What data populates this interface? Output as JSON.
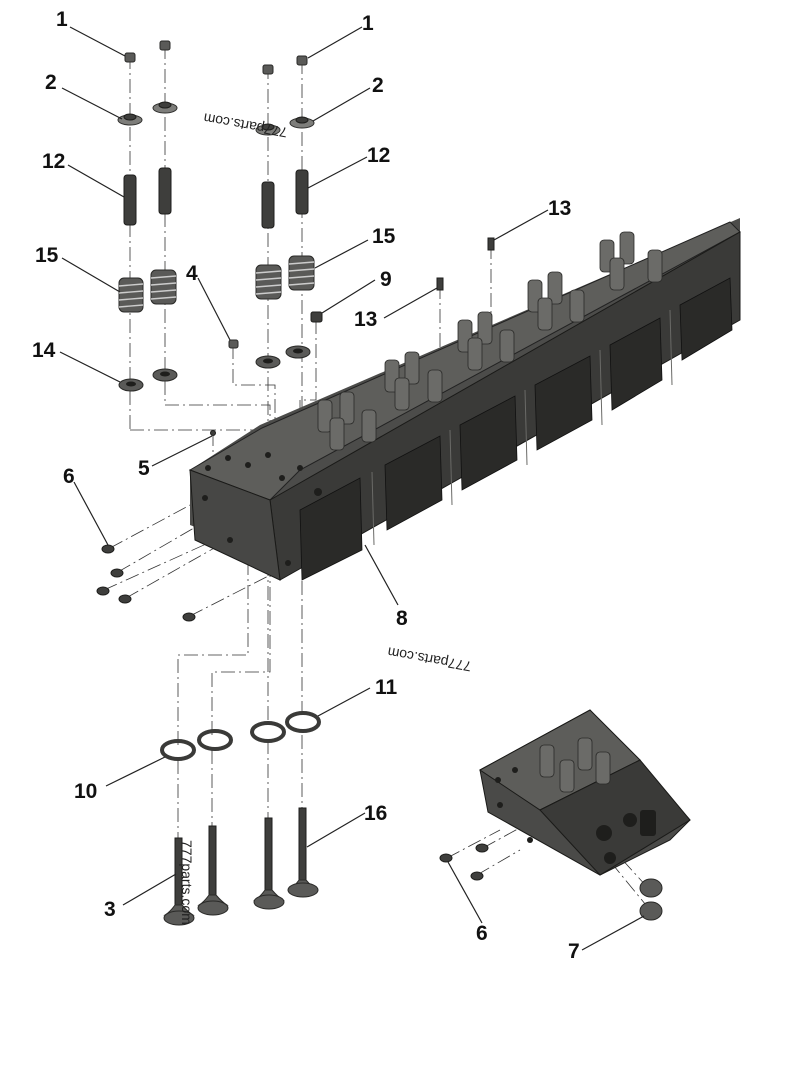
{
  "callouts": {
    "c1a": "1",
    "c1b": "1",
    "c2a": "2",
    "c2b": "2",
    "c3": "3",
    "c4": "4",
    "c5": "5",
    "c6a": "6",
    "c6b": "6",
    "c7": "7",
    "c8": "8",
    "c9": "9",
    "c10": "10",
    "c11": "11",
    "c12a": "12",
    "c12b": "12",
    "c13a": "13",
    "c13b": "13",
    "c14": "14",
    "c15a": "15",
    "c15b": "15",
    "c16": "16"
  },
  "watermarks": {
    "top": "777parts.com",
    "middle": "777parts.com",
    "bottom": "777parts.com"
  },
  "colors": {
    "part_metal": "#5a5a58",
    "part_dark": "#3e3e3c",
    "background": "#ffffff"
  }
}
